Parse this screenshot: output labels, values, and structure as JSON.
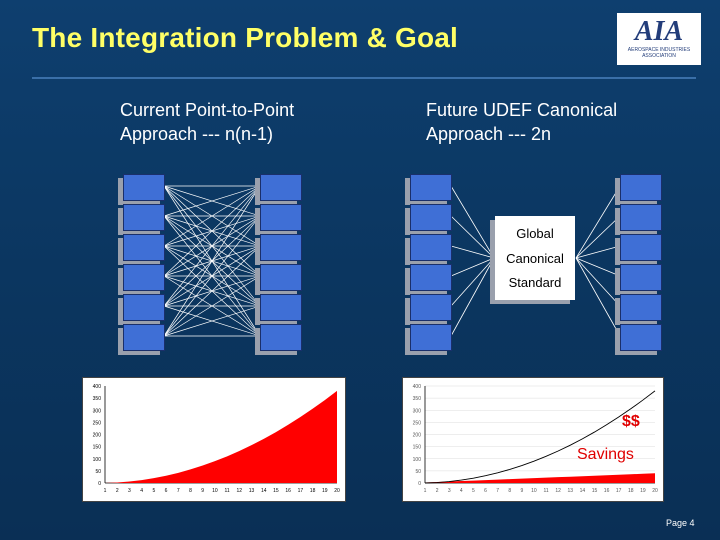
{
  "slide": {
    "title": "The Integration Problem & Goal",
    "page": "Page 4",
    "colors": {
      "title": "#ffff66",
      "node": "#3f6fd6",
      "area": "#ff0000"
    }
  },
  "logo": {
    "text": "AIA",
    "subtitle": "AEROSPACE INDUSTRIES ASSOCIATION",
    "icon": "aia-logo"
  },
  "left": {
    "line1": "Current Point-to-Point",
    "line2": "Approach --- n(n-1)"
  },
  "right": {
    "line1": "Future UDEF Canonical",
    "line2": "Approach --- 2n",
    "canonical": [
      "Global",
      "Canonical",
      "Standard"
    ],
    "dollar_label": "$$",
    "savings_label": "Savings"
  },
  "chart_data": [
    {
      "type": "area",
      "title": "",
      "x": [
        1,
        2,
        3,
        4,
        5,
        6,
        7,
        8,
        9,
        10,
        11,
        12,
        13,
        14,
        15,
        16,
        17,
        18,
        19,
        20
      ],
      "series": [
        {
          "values": [
            0,
            2,
            6,
            12,
            20,
            30,
            42,
            56,
            72,
            90,
            110,
            132,
            156,
            182,
            210,
            240,
            272,
            306,
            342,
            380
          ]
        }
      ],
      "ylim": [
        0,
        400
      ],
      "yticks": [
        0,
        50,
        100,
        150,
        200,
        250,
        300,
        350,
        400
      ],
      "grid": false
    },
    {
      "type": "area",
      "title": "",
      "x": [
        1,
        2,
        3,
        4,
        5,
        6,
        7,
        8,
        9,
        10,
        11,
        12,
        13,
        14,
        15,
        16,
        17,
        18,
        19,
        20
      ],
      "series": [
        {
          "values": [
            0,
            2,
            6,
            12,
            20,
            30,
            42,
            56,
            72,
            90,
            110,
            132,
            156,
            182,
            210,
            240,
            272,
            306,
            342,
            380
          ]
        },
        {
          "values": [
            2,
            4,
            6,
            8,
            10,
            12,
            14,
            16,
            18,
            20,
            22,
            24,
            26,
            28,
            30,
            32,
            34,
            36,
            38,
            40
          ]
        }
      ],
      "ylim": [
        0,
        400
      ],
      "yticks": [
        0,
        50,
        100,
        150,
        200,
        250,
        300,
        350,
        400
      ],
      "grid": true
    }
  ]
}
